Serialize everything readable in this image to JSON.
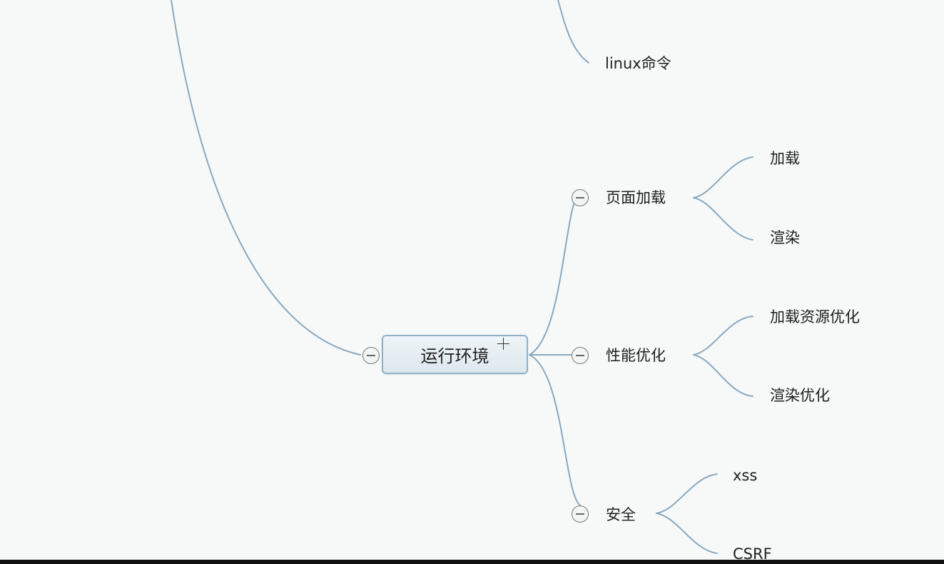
{
  "central": {
    "label": "运行环境"
  },
  "topics": {
    "linux": "linux命令",
    "page_load": {
      "label": "页面加载",
      "children": [
        "加载",
        "渲染"
      ]
    },
    "performance": {
      "label": "性能优化",
      "children": [
        "加载资源优化",
        "渲染优化"
      ]
    },
    "security": {
      "label": "安全",
      "children": [
        "xss",
        "CSRF"
      ]
    }
  },
  "colors": {
    "connector": "#8aa9c0",
    "background": "#f6f9f8",
    "central_border": "#8fb0c8"
  },
  "icons": {
    "collapse": "collapse-minus-icon",
    "cursor": "crosshair-cursor-icon"
  }
}
